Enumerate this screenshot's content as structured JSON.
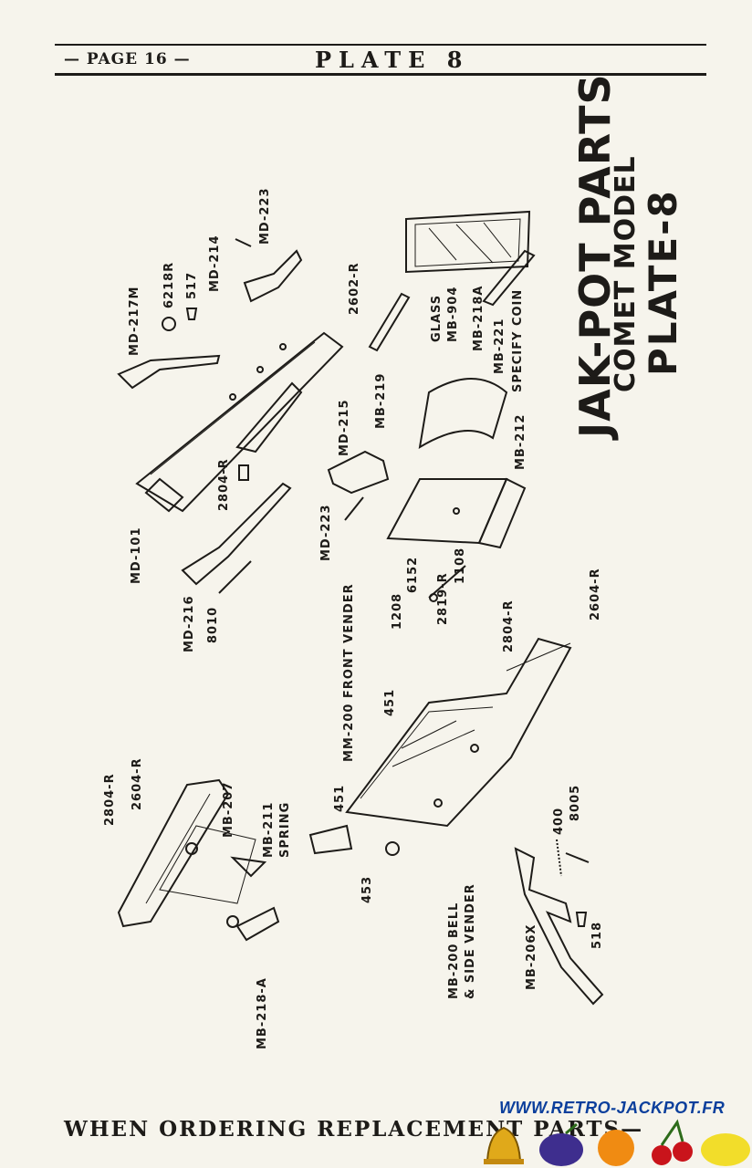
{
  "header": {
    "page": "— PAGE 16 —",
    "plate": "PLATE 8"
  },
  "heading": {
    "title": "JAK-POT PARTS",
    "subtitle": "COMET MODEL",
    "plate": "PLATE-8"
  },
  "labels": {
    "md217m": "MD-217M",
    "n6218r": "6218R",
    "n517": "517",
    "md214": "MD-214",
    "md223a": "MD-223",
    "n2602r": "2602-R",
    "glass": "GLASS",
    "mb904": "MB-904",
    "mb218a": "MB-218A",
    "mb221": "MB-221",
    "specify_coin": "SPECIFY COIN",
    "mb219": "MB-219",
    "md101": "MD-101",
    "n2804ra": "2804-R",
    "md215": "MD-215",
    "md223b": "MD-223",
    "mb212": "MB-212",
    "md216": "MD-216",
    "n8010": "8010",
    "mm200": "MM-200 FRONT VENDER",
    "n1208": "1208",
    "n6152": "6152",
    "n2819r": "2819-R",
    "n1108": "1108",
    "n2604ra": "2604-R",
    "n2804rb": "2804-R",
    "n451a": "451",
    "n451b": "451",
    "n453": "453",
    "mb200a": "MB-200 BELL",
    "mb200b": "& SIDE VENDER",
    "n2804rc": "2804-R",
    "n2604rb": "2604-R",
    "mb207": "MB-207",
    "mb211": "MB-211",
    "spring": "SPRING",
    "mb218a2": "MB-218-A",
    "n400": "400",
    "n8005": "8005",
    "mb206x": "MB-206X",
    "n518": "518"
  },
  "footer": {
    "text": "WHEN ORDERING REPLACEMENT PARTS—",
    "url": "WWW.RETRO-JACKPOT.FR"
  },
  "colors": {
    "paper": "#f6f4ec",
    "ink": "#1d1b18",
    "url": "#0b3f9c"
  },
  "icons": [
    "bell-icon",
    "plum-icon",
    "orange-icon",
    "cherry-icon",
    "lemon-icon"
  ]
}
